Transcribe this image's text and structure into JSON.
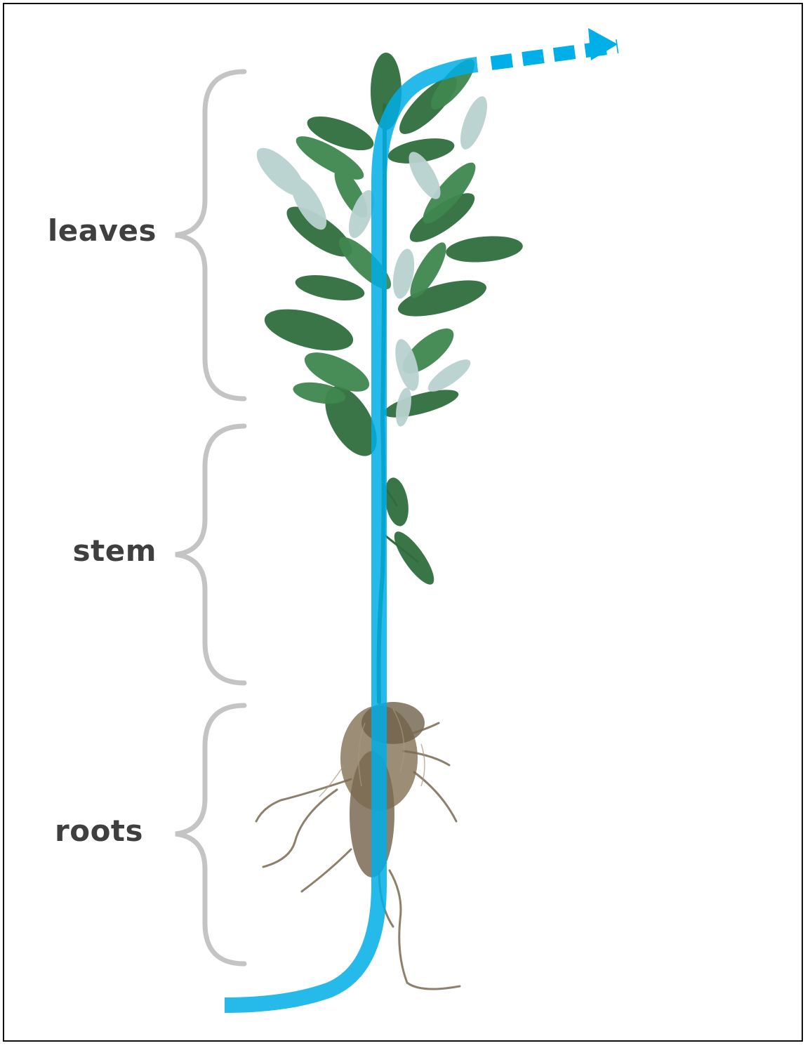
{
  "labels": {
    "leaves": "leaves",
    "stem": "stem",
    "roots": "roots"
  },
  "colors": {
    "flow_path": "#00aee8",
    "brace": "#c4c4c4",
    "label_text": "#3f3f3f",
    "leaf_dark": "#2f6e3e",
    "leaf_mid": "#3f8650",
    "leaf_pale": "#b9d2cf",
    "root": "#7a6a52",
    "frame_border": "#111111"
  },
  "icons": {
    "flow_arrow": "dashed-arrow-right-icon"
  }
}
